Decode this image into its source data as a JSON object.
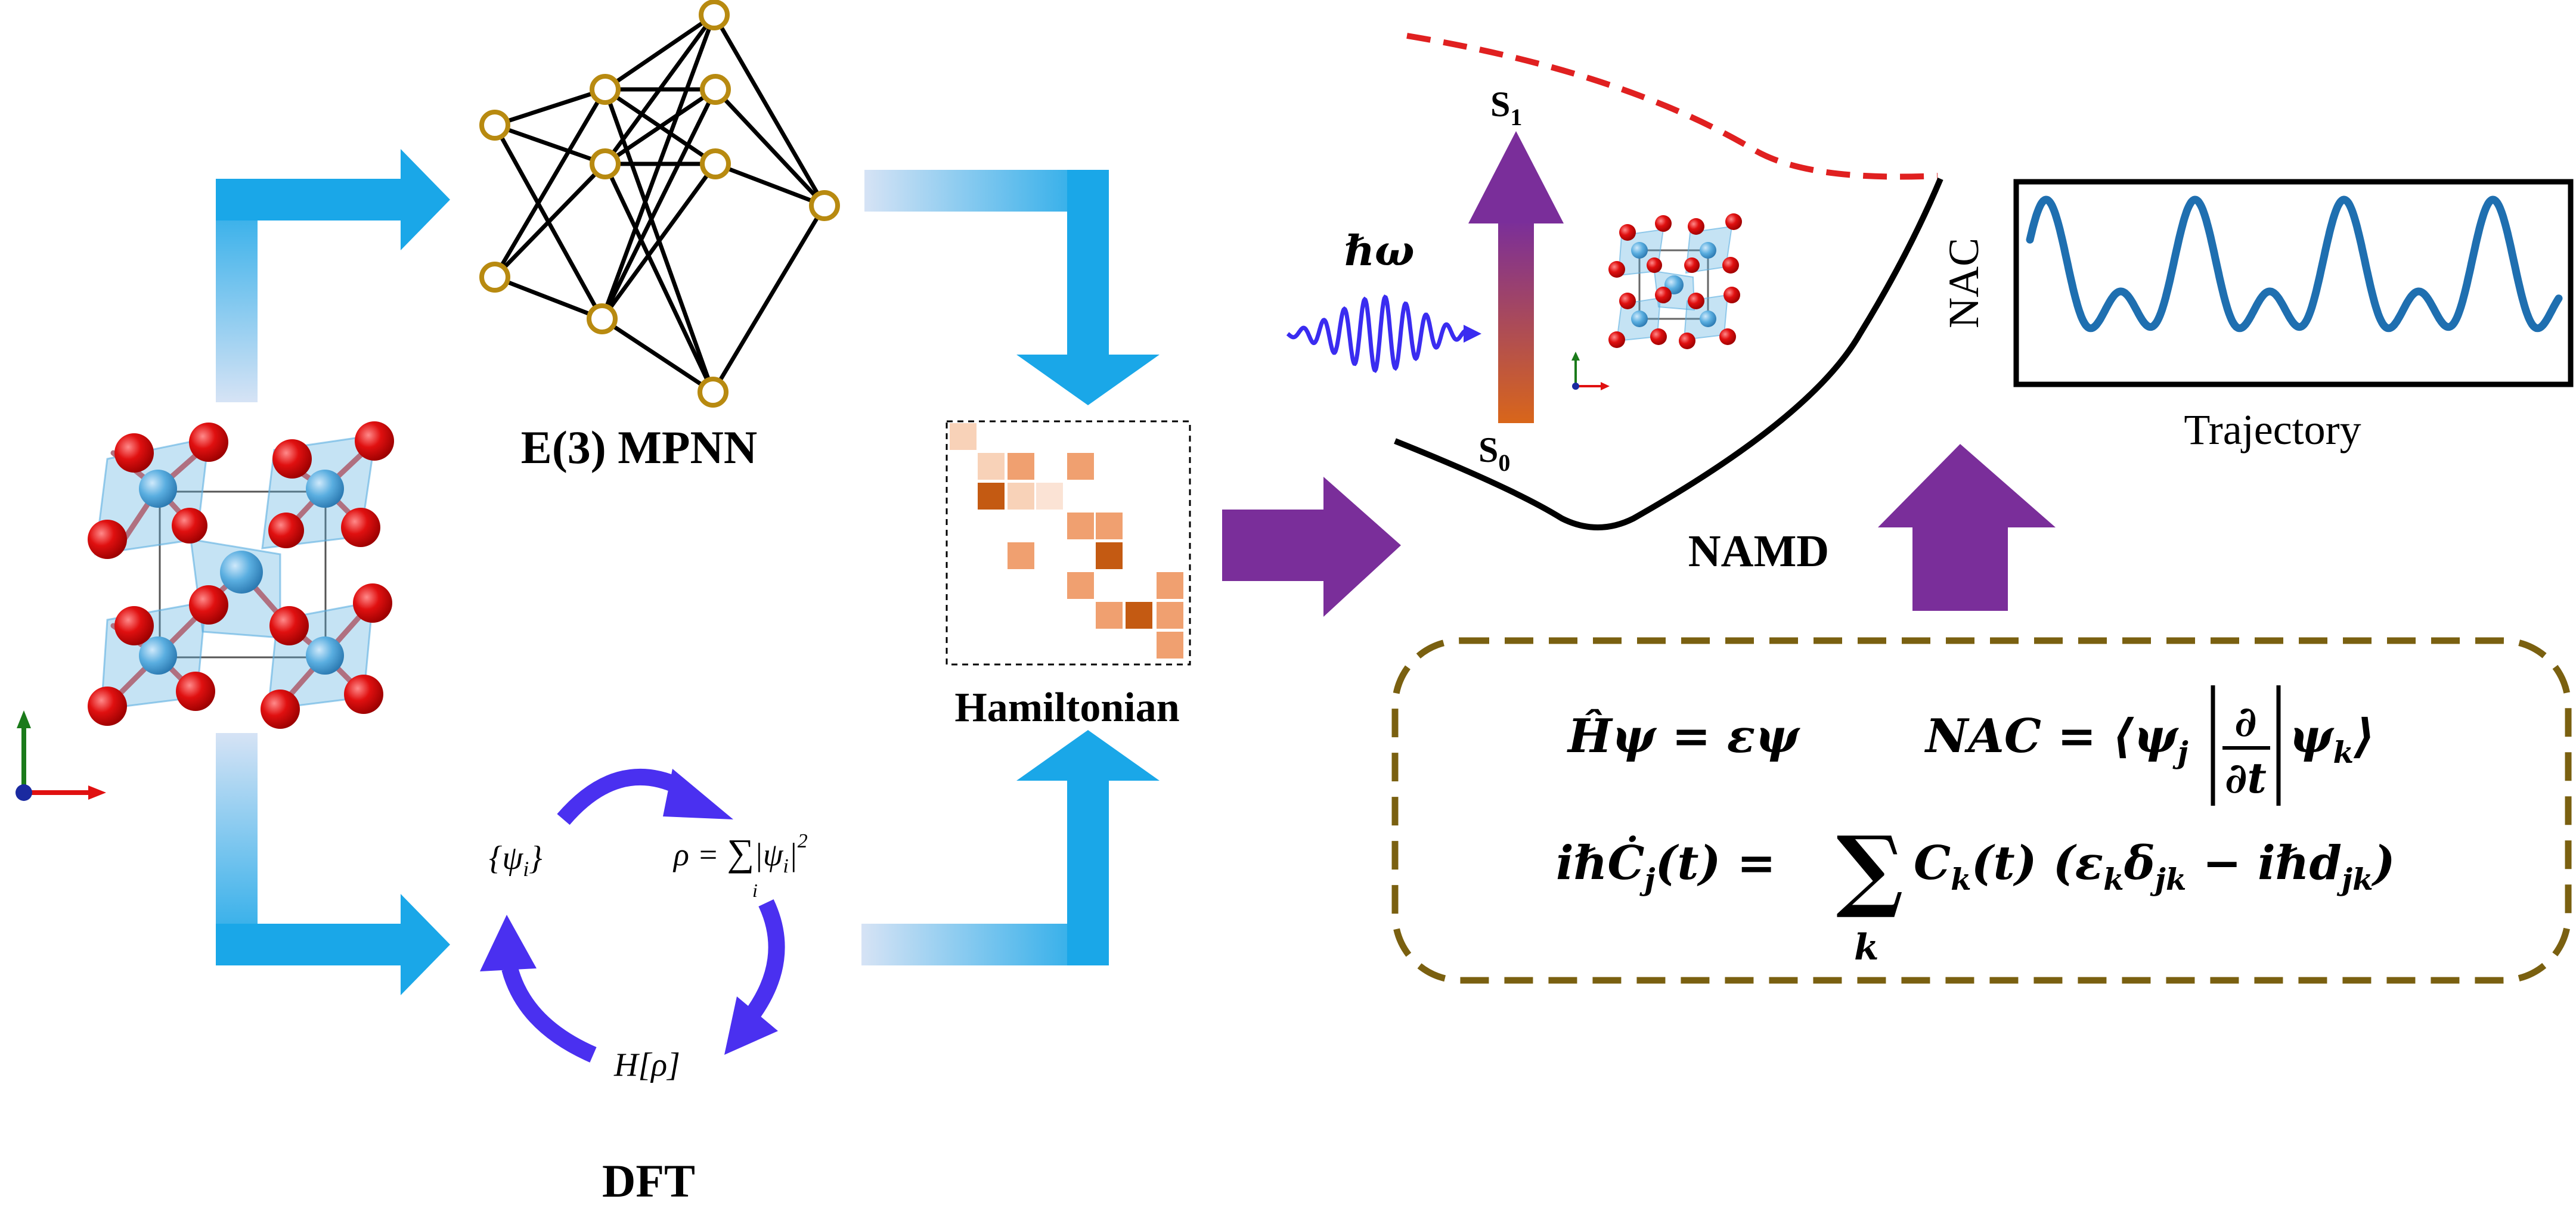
{
  "labels": {
    "mpnn": "E(3) MPNN",
    "hamiltonian": "Hamiltonian",
    "dft": "DFT",
    "namd": "NAMD",
    "trajectory": "Trajectory",
    "nac_axis": "NAC",
    "hbar_omega": "ℏω",
    "s1": "S",
    "s1_sub": "1",
    "s0": "S",
    "s0_sub": "0"
  },
  "dft_cycle": {
    "psi_set": "{ψ",
    "psi_set_sub": "i",
    "psi_set_close": "}",
    "rho_lhs": "ρ = ",
    "rho_sum": "∑",
    "rho_sum_sub": "i",
    "rho_rhs": "|ψ",
    "rho_rhs_sub": "i",
    "rho_close": "|",
    "rho_sq": "2",
    "h_of_rho": "H[ρ]"
  },
  "equations": {
    "schrodinger": "Ĥψ = εψ",
    "nac_lhs": "NAC = ⟨ψ",
    "nac_lhs_sub": "j",
    "nac_partial": "∂",
    "nac_dt": "∂t",
    "nac_rhs": "ψ",
    "nac_rhs_sub": "k",
    "nac_close": "⟩",
    "tdse_lhs": "iℏĊ",
    "tdse_lhs_sub": "j",
    "tdse_lhs_t": "(t) = ",
    "tdse_sum": "∑",
    "tdse_sum_sub": "k",
    "tdse_ck": "C",
    "tdse_ck_sub": "k",
    "tdse_ck_t": "(t) (ε",
    "tdse_eps_sub": "k",
    "tdse_delta": "δ",
    "tdse_delta_sub": "jk",
    "tdse_minus": " − iℏd",
    "tdse_d_sub": "jk",
    "tdse_close": ")"
  },
  "colors": {
    "cyan_arrow": "#1aa7e8",
    "purple_arrow": "#7a2e9a",
    "photon_wave": "#3a2cf0",
    "dft_arrows": "#4a30f0",
    "node_gold": "#b88a10",
    "oxygen_red": "#e01010",
    "metal_blue": "#5aaee0",
    "s1_dashed": "#e02020",
    "trajectory_line": "#1f6fb0",
    "box_dash": "#7a6010",
    "hamiltonian_dark": "#c45a12",
    "hamiltonian_mid": "#f0a070",
    "hamiltonian_light": "#f8d2b8"
  },
  "icons": {
    "crystal": "perovskite-structure-icon",
    "axes": "xyz-axes-icon",
    "network": "neural-network-icon",
    "photon": "photon-wave-icon"
  }
}
